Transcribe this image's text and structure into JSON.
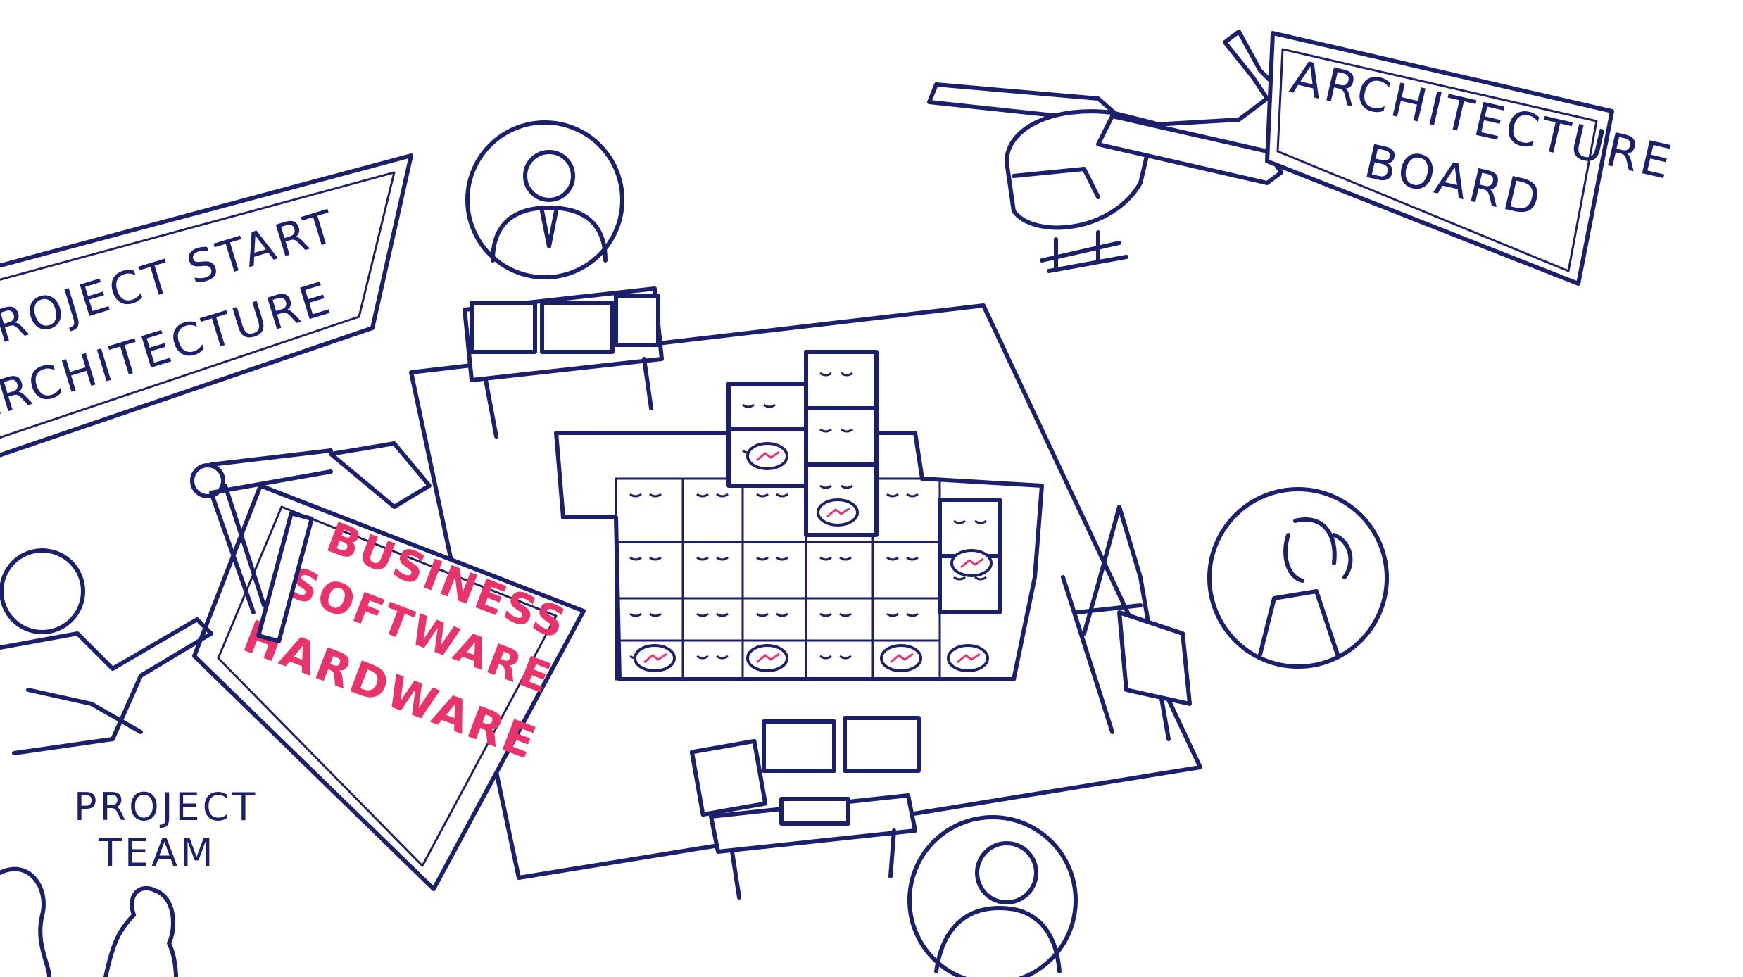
{
  "signs": {
    "project_start": {
      "line1": "PROJECT START",
      "line2": "ARCHITECTURE"
    },
    "architecture_board": {
      "line1": "ARCHITECTURE",
      "line2": "BOARD"
    }
  },
  "whiteboard": {
    "lines": [
      "BUSINESS",
      "SOFTWARE",
      "HARDWARE"
    ]
  },
  "team_label": {
    "line1": "PROJECT",
    "line2": "TEAM"
  },
  "colors": {
    "ink": "#1c1f6b",
    "marker_red": "#e8336b",
    "background": "#ffffff"
  }
}
